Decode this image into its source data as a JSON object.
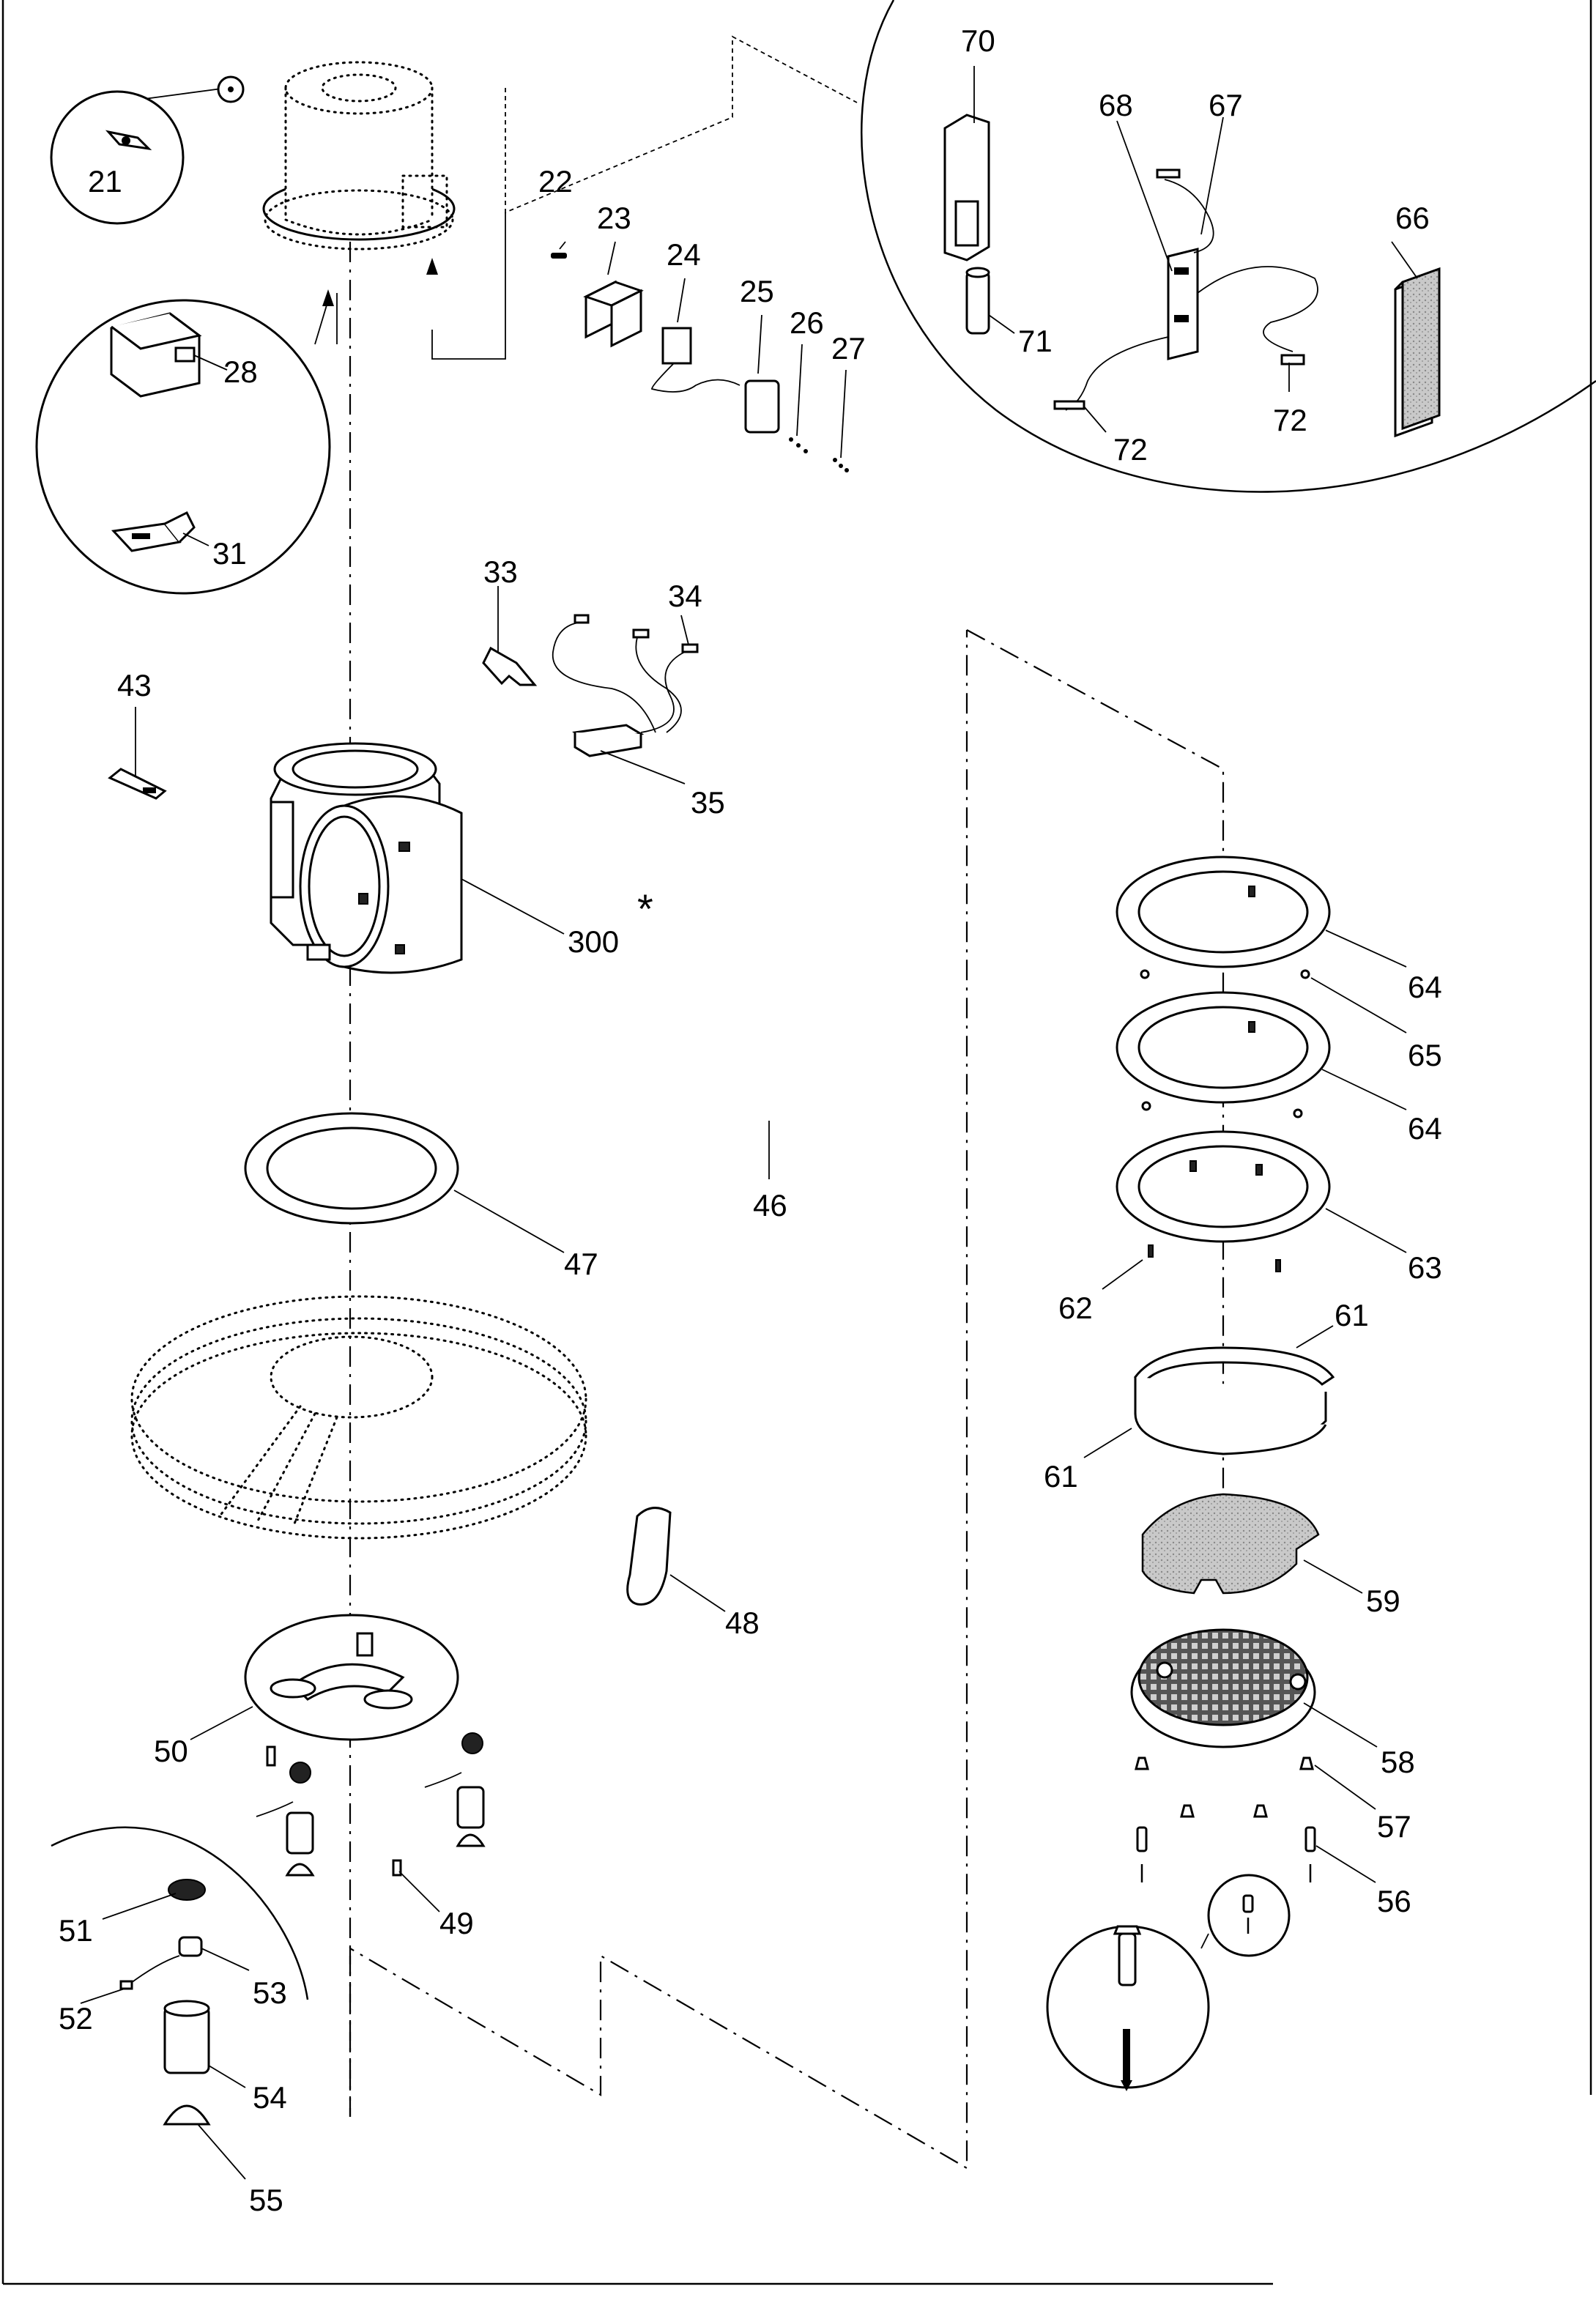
{
  "labels": {
    "l21": "21",
    "l22": "22",
    "l23": "23",
    "l24": "24",
    "l25": "25",
    "l26": "26",
    "l27": "27",
    "l28": "28",
    "l31": "31",
    "l33": "33",
    "l34": "34",
    "l35": "35",
    "l43": "43",
    "l46": "46",
    "l47": "47",
    "l48": "48",
    "l49": "49",
    "l50": "50",
    "l51": "51",
    "l52": "52",
    "l53": "53",
    "l54": "54",
    "l55": "55",
    "l56": "56",
    "l57": "57",
    "l58": "58",
    "l59": "59",
    "l61a": "61",
    "l61b": "61",
    "l62": "62",
    "l63": "63",
    "l64a": "64",
    "l64b": "64",
    "l65": "65",
    "l66": "66",
    "l67": "67",
    "l68": "68",
    "l70": "70",
    "l71": "71",
    "l72a": "72",
    "l72b": "72",
    "l300": "300",
    "star": "*"
  }
}
